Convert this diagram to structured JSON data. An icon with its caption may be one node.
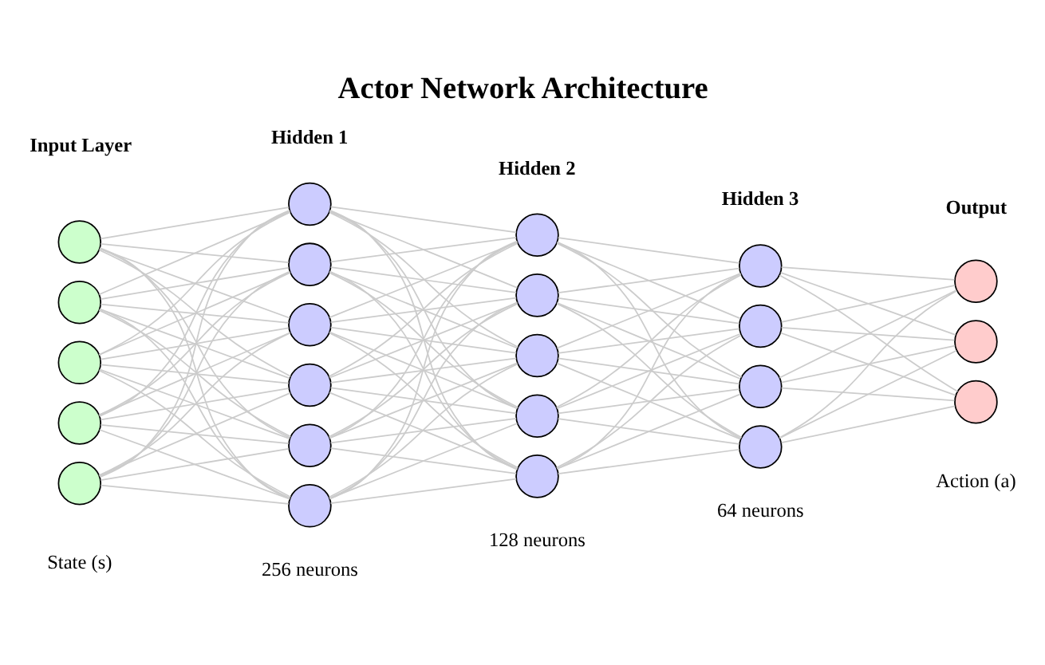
{
  "diagram": {
    "title": "Actor Network Architecture",
    "nodes": [
      {
        "text": [],
        "shape": "circle"
      },
      {
        "text": [],
        "shape": "circle"
      },
      {
        "text": [],
        "shape": "circle"
      },
      {
        "text": [],
        "shape": "circle"
      },
      {
        "text": [],
        "shape": "circle"
      },
      {
        "text": [],
        "shape": "circle"
      },
      {
        "text": [],
        "shape": "circle"
      },
      {
        "text": [],
        "shape": "circle"
      },
      {
        "text": [],
        "shape": "circle"
      },
      {
        "text": [],
        "shape": "circle"
      },
      {
        "text": [],
        "shape": "circle"
      },
      {
        "text": [],
        "shape": "circle"
      },
      {
        "text": [],
        "shape": "circle"
      },
      {
        "text": [],
        "shape": "circle"
      },
      {
        "text": [],
        "shape": "circle"
      },
      {
        "text": [],
        "shape": "circle"
      },
      {
        "text": [],
        "shape": "circle"
      },
      {
        "text": [],
        "shape": "circle"
      },
      {
        "text": [],
        "shape": "circle"
      },
      {
        "text": [],
        "shape": "circle"
      },
      {
        "text": [],
        "shape": "circle"
      },
      {
        "text": [],
        "shape": "circle"
      },
      {
        "text": [],
        "shape": "circle"
      }
    ],
    "edges": [
      {
        "from": 0,
        "to": 5,
        "arrow": "none"
      },
      {
        "from": 0,
        "to": 6,
        "arrow": "none"
      },
      {
        "from": 0,
        "to": 7,
        "arrow": "none"
      },
      {
        "from": 0,
        "to": 8,
        "arrow": "none"
      },
      {
        "from": 0,
        "to": 9,
        "arrow": "none"
      },
      {
        "from": 0,
        "to": 10,
        "arrow": "none"
      },
      {
        "from": 1,
        "to": 5,
        "arrow": "none"
      },
      {
        "from": 1,
        "to": 6,
        "arrow": "none"
      },
      {
        "from": 1,
        "to": 7,
        "arrow": "none"
      },
      {
        "from": 1,
        "to": 8,
        "arrow": "none"
      },
      {
        "from": 1,
        "to": 9,
        "arrow": "none"
      },
      {
        "from": 1,
        "to": 10,
        "arrow": "none"
      },
      {
        "from": 2,
        "to": 5,
        "arrow": "none"
      },
      {
        "from": 2,
        "to": 6,
        "arrow": "none"
      },
      {
        "from": 2,
        "to": 7,
        "arrow": "none"
      },
      {
        "from": 2,
        "to": 8,
        "arrow": "none"
      },
      {
        "from": 2,
        "to": 9,
        "arrow": "none"
      },
      {
        "from": 2,
        "to": 10,
        "arrow": "none"
      },
      {
        "from": 3,
        "to": 5,
        "arrow": "none"
      },
      {
        "from": 3,
        "to": 6,
        "arrow": "none"
      },
      {
        "from": 3,
        "to": 7,
        "arrow": "none"
      },
      {
        "from": 3,
        "to": 8,
        "arrow": "none"
      },
      {
        "from": 3,
        "to": 9,
        "arrow": "none"
      },
      {
        "from": 3,
        "to": 10,
        "arrow": "none"
      },
      {
        "from": 4,
        "to": 5,
        "arrow": "none"
      },
      {
        "from": 4,
        "to": 6,
        "arrow": "none"
      },
      {
        "from": 4,
        "to": 7,
        "arrow": "none"
      },
      {
        "from": 4,
        "to": 8,
        "arrow": "none"
      },
      {
        "from": 4,
        "to": 9,
        "arrow": "none"
      },
      {
        "from": 4,
        "to": 10,
        "arrow": "none"
      },
      {
        "from": 5,
        "to": 11,
        "arrow": "none"
      },
      {
        "from": 5,
        "to": 12,
        "arrow": "none"
      },
      {
        "from": 5,
        "to": 13,
        "arrow": "none"
      },
      {
        "from": 5,
        "to": 14,
        "arrow": "none"
      },
      {
        "from": 5,
        "to": 15,
        "arrow": "none"
      },
      {
        "from": 6,
        "to": 11,
        "arrow": "none"
      },
      {
        "from": 6,
        "to": 12,
        "arrow": "none"
      },
      {
        "from": 6,
        "to": 13,
        "arrow": "none"
      },
      {
        "from": 6,
        "to": 14,
        "arrow": "none"
      },
      {
        "from": 6,
        "to": 15,
        "arrow": "none"
      },
      {
        "from": 7,
        "to": 11,
        "arrow": "none"
      },
      {
        "from": 7,
        "to": 12,
        "arrow": "none"
      },
      {
        "from": 7,
        "to": 13,
        "arrow": "none"
      },
      {
        "from": 7,
        "to": 14,
        "arrow": "none"
      },
      {
        "from": 7,
        "to": 15,
        "arrow": "none"
      },
      {
        "from": 8,
        "to": 11,
        "arrow": "none"
      },
      {
        "from": 8,
        "to": 12,
        "arrow": "none"
      },
      {
        "from": 8,
        "to": 13,
        "arrow": "none"
      },
      {
        "from": 8,
        "to": 14,
        "arrow": "none"
      },
      {
        "from": 8,
        "to": 15,
        "arrow": "none"
      },
      {
        "from": 9,
        "to": 11,
        "arrow": "none"
      },
      {
        "from": 9,
        "to": 12,
        "arrow": "none"
      },
      {
        "from": 9,
        "to": 13,
        "arrow": "none"
      },
      {
        "from": 9,
        "to": 14,
        "arrow": "none"
      },
      {
        "from": 9,
        "to": 15,
        "arrow": "none"
      },
      {
        "from": 10,
        "to": 11,
        "arrow": "none"
      },
      {
        "from": 10,
        "to": 12,
        "arrow": "none"
      },
      {
        "from": 10,
        "to": 13,
        "arrow": "none"
      },
      {
        "from": 10,
        "to": 14,
        "arrow": "none"
      },
      {
        "from": 10,
        "to": 15,
        "arrow": "none"
      },
      {
        "from": 11,
        "to": 16,
        "arrow": "none"
      },
      {
        "from": 11,
        "to": 17,
        "arrow": "none"
      },
      {
        "from": 11,
        "to": 18,
        "arrow": "none"
      },
      {
        "from": 11,
        "to": 19,
        "arrow": "none"
      },
      {
        "from": 12,
        "to": 16,
        "arrow": "none"
      },
      {
        "from": 12,
        "to": 17,
        "arrow": "none"
      },
      {
        "from": 12,
        "to": 18,
        "arrow": "none"
      },
      {
        "from": 12,
        "to": 19,
        "arrow": "none"
      },
      {
        "from": 13,
        "to": 16,
        "arrow": "none"
      },
      {
        "from": 13,
        "to": 17,
        "arrow": "none"
      },
      {
        "from": 13,
        "to": 18,
        "arrow": "none"
      },
      {
        "from": 13,
        "to": 19,
        "arrow": "none"
      },
      {
        "from": 14,
        "to": 16,
        "arrow": "none"
      },
      {
        "from": 14,
        "to": 17,
        "arrow": "none"
      },
      {
        "from": 14,
        "to": 18,
        "arrow": "none"
      },
      {
        "from": 14,
        "to": 19,
        "arrow": "none"
      },
      {
        "from": 15,
        "to": 16,
        "arrow": "none"
      },
      {
        "from": 15,
        "to": 17,
        "arrow": "none"
      },
      {
        "from": 15,
        "to": 18,
        "arrow": "none"
      },
      {
        "from": 15,
        "to": 19,
        "arrow": "none"
      },
      {
        "from": 16,
        "to": 20,
        "arrow": "none"
      },
      {
        "from": 16,
        "to": 21,
        "arrow": "none"
      },
      {
        "from": 16,
        "to": 22,
        "arrow": "none"
      },
      {
        "from": 17,
        "to": 20,
        "arrow": "none"
      },
      {
        "from": 17,
        "to": 21,
        "arrow": "none"
      },
      {
        "from": 17,
        "to": 22,
        "arrow": "none"
      },
      {
        "from": 18,
        "to": 20,
        "arrow": "none"
      },
      {
        "from": 18,
        "to": 21,
        "arrow": "none"
      },
      {
        "from": 18,
        "to": 22,
        "arrow": "none"
      },
      {
        "from": 19,
        "to": 20,
        "arrow": "none"
      },
      {
        "from": 19,
        "to": 21,
        "arrow": "none"
      },
      {
        "from": 19,
        "to": 22,
        "arrow": "none"
      }
    ],
    "labels": [
      "Input Layer",
      "Hidden 1",
      "Hidden 2",
      "Hidden 3",
      "Output",
      "State (s)",
      "256 neurons",
      "128 neurons",
      "64 neurons",
      "Action (a)"
    ]
  }
}
